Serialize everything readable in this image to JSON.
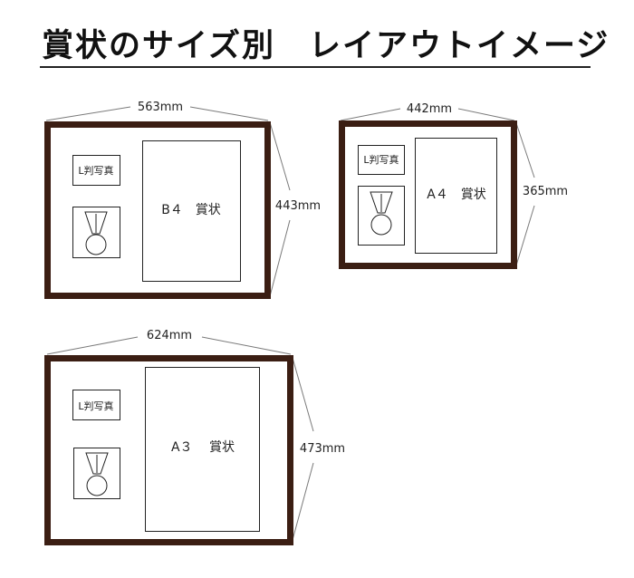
{
  "header": {
    "title": "賞状のサイズ別　レイアウトイメージ"
  },
  "frames": [
    {
      "id": "b4",
      "width_label": "563mm",
      "height_label": "443mm",
      "photo_label": "L判写真",
      "certificate_label": "B４　賞状"
    },
    {
      "id": "a4",
      "width_label": "442mm",
      "height_label": "365mm",
      "photo_label": "L判写真",
      "certificate_label": "A４　賞状"
    },
    {
      "id": "a3",
      "width_label": "624mm",
      "height_label": "473mm",
      "photo_label": "L判写真",
      "certificate_label": "A３　 賞状"
    }
  ],
  "colors": {
    "frame": "#3b1e13",
    "line": "#222222",
    "dimension_line": "#7a7a7a"
  },
  "icons": [
    "medal-icon"
  ]
}
